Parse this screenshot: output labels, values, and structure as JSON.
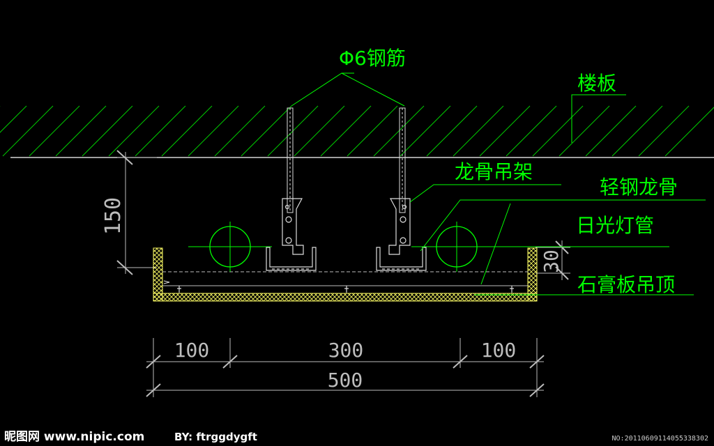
{
  "drawing": {
    "labels": {
      "rebar": "Φ6钢筋",
      "floor_slab": "楼板",
      "keel_hanger": "龙骨吊架",
      "light_steel_keel": "轻钢龙骨",
      "fluorescent_tube": "日光灯管",
      "gypsum_ceiling": "石膏板吊顶"
    },
    "dimensions": {
      "height_150": "150",
      "thickness_30": "30",
      "left_100": "100",
      "middle_300": "300",
      "right_100": "100",
      "total_500": "500"
    }
  },
  "watermark": {
    "site": "昵图网 www.nipic.com",
    "author": "BY: ftrggdygft",
    "number": "NO:20110609114055338302"
  },
  "colors": {
    "background": "#000000",
    "label_green": "#00ff00",
    "hatch_green": "#00cc00",
    "line_white": "#ffffff",
    "line_gray": "#bdbdbd",
    "shell_yellow": "#ffff66"
  }
}
